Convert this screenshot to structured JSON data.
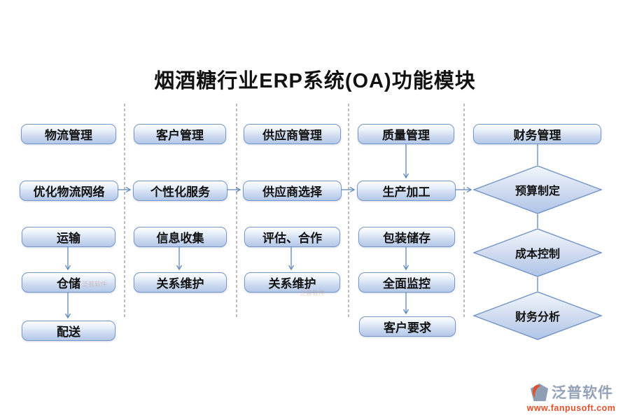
{
  "title": "烟酒糖行业ERP系统(OA)功能模块",
  "columns": [
    {
      "header": "物流管理",
      "nodes": [
        "优化物流网络",
        "运输",
        "仓储",
        "配送"
      ]
    },
    {
      "header": "客户管理",
      "nodes": [
        "个性化服务",
        "信息收集",
        "关系维护"
      ]
    },
    {
      "header": "供应商管理",
      "nodes": [
        "供应商选择",
        "评估、合作",
        "关系维护"
      ]
    },
    {
      "header": "质量管理",
      "nodes": [
        "生产加工",
        "包装储存",
        "全面监控",
        "客户要求"
      ]
    },
    {
      "header": "财务管理",
      "nodes": [
        "预算制定",
        "成本控制",
        "财务分析"
      ]
    }
  ],
  "branding": {
    "name": "泛普软件",
    "url": "www.fanpusoft.com"
  },
  "watermark": "泛普软件",
  "colors": {
    "node_border": "#7696c8",
    "node_fill_top": "#fdfeff",
    "node_fill_bottom": "#b3c8e8",
    "arrow": "#5f87ba",
    "separator": "#8f8f8f",
    "title_text": "#111111",
    "brand_name_text": "#93a2b7",
    "brand_url_text": "#e2512c"
  }
}
